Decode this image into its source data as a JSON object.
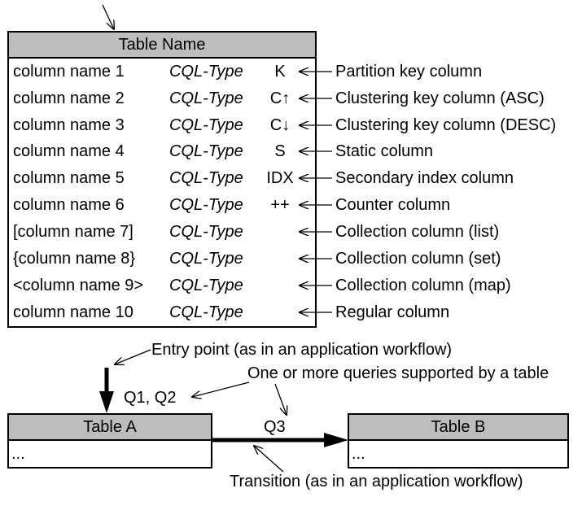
{
  "legend_table": {
    "title": "Table Name",
    "rows": [
      {
        "name": "column name 1",
        "type": "CQL-Type",
        "marker": "K",
        "description": "Partition key column"
      },
      {
        "name": "column name 2",
        "type": "CQL-Type",
        "marker": "C↑",
        "description": "Clustering key column (ASC)"
      },
      {
        "name": "column name 3",
        "type": "CQL-Type",
        "marker": "C↓",
        "description": "Clustering key column (DESC)"
      },
      {
        "name": "column name 4",
        "type": "CQL-Type",
        "marker": "S",
        "description": "Static column"
      },
      {
        "name": "column name 5",
        "type": "CQL-Type",
        "marker": "IDX",
        "description": "Secondary index column"
      },
      {
        "name": "column name 6",
        "type": "CQL-Type",
        "marker": "++",
        "description": "Counter column"
      },
      {
        "name": "[column name 7]",
        "type": "CQL-Type",
        "marker": "",
        "description": "Collection column (list)"
      },
      {
        "name": "{column name 8}",
        "type": "CQL-Type",
        "marker": "",
        "description": "Collection column (set)"
      },
      {
        "name": "<column name 9>",
        "type": "CQL-Type",
        "marker": "",
        "description": "Collection column (map)"
      },
      {
        "name": "column name 10",
        "type": "CQL-Type",
        "marker": "",
        "description": "Regular column"
      }
    ]
  },
  "workflow": {
    "entry_label": "Entry point (as in an application workflow)",
    "queries_label": "One or more queries supported by a table",
    "entry_queries": "Q1, Q2",
    "transition_query": "Q3",
    "transition_label": "Transition (as in an application workflow)",
    "table_a": {
      "title": "Table A",
      "body": "..."
    },
    "table_b": {
      "title": "Table B",
      "body": "..."
    }
  },
  "colors": {
    "header_fill": "#bdbdbd",
    "border": "#000000",
    "background": "#ffffff"
  }
}
